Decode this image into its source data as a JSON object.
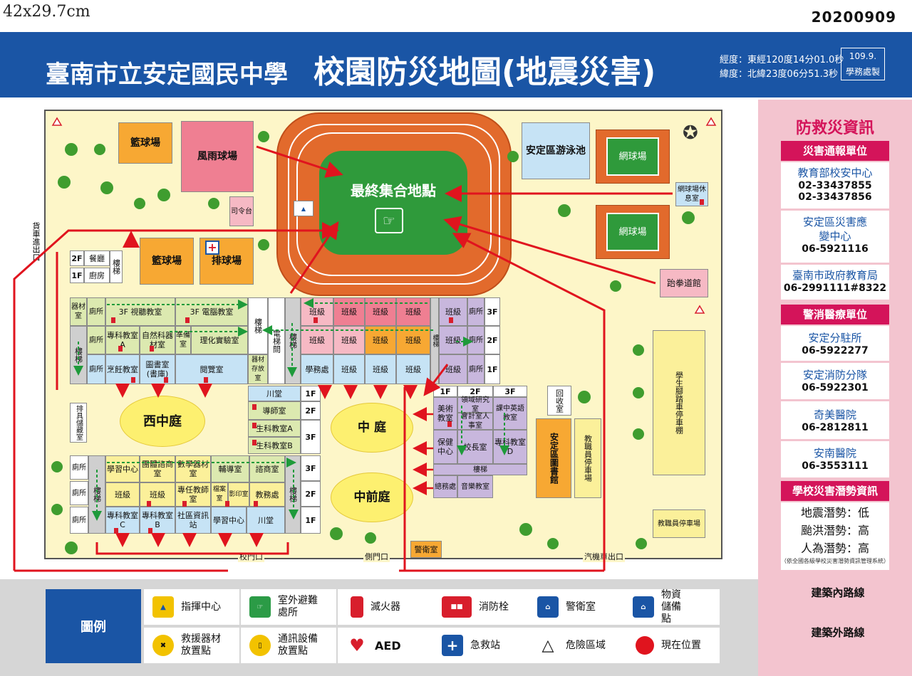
{
  "paper_size": "42x29.7cm",
  "date_code": "20200909",
  "header": {
    "school": "臺南市立安定國民中學",
    "title": "校園防災地圖(地震災害)",
    "longitude": "經度：東經120度14分01.0秒",
    "latitude": "緯度：北緯23度06分51.3秒",
    "dept_line1": "109.9.",
    "dept_line2": "學務處製"
  },
  "map": {
    "assembly_point": "最終集合地點",
    "buildings": {
      "basketball_1": "籃球場",
      "basketball_2": "籃球場",
      "rain_court": "風雨球場",
      "podium": "司令台",
      "volleyball": "排球場",
      "pool": "安定區游泳池",
      "tennis_1": "網球場",
      "tennis_2": "網球場",
      "tennis_lounge": "網球場休息室",
      "taekwondo": "跆拳道館",
      "canteen": "餐廳",
      "kitchen": "廚房",
      "stairs": "樓梯",
      "floor_1f": "1F",
      "floor_2f": "2F",
      "floor_3f": "3F",
      "equip_room": "器材室",
      "toilet": "廁所",
      "av_room": "3F 視聽教室",
      "pc_room": "3F 電腦教室",
      "special_a": "專科教室A",
      "science_equip": "自然科器材室",
      "prep_room": "準備室",
      "physics_lab": "理化實驗室",
      "cooking_room": "烹飪教室",
      "library": "圖書室(書庫)",
      "reading_room": "閱覽室",
      "elec_room": "電梯間",
      "storage": "器材存放室",
      "class": "班級",
      "academic": "學務處",
      "kawa_hall": "川堂",
      "mentor": "導師室",
      "bio_a": "生科教室A",
      "bio_b": "生科教室B",
      "art_room": "美術教室",
      "research": "領域研究室",
      "accounting": "會計室人事室",
      "english_room": "課中英語教室",
      "health": "保健中心",
      "principal": "校長室",
      "special_d": "專科教室D",
      "general": "總務處",
      "music": "音樂教室",
      "recycle": "回收室",
      "district_library": "安定區圖書館",
      "staff_parking": "教職員停車場",
      "student_parking": "學生腳踏車停車棚",
      "staff_parking_2": "教職員停車場",
      "guard": "警衛室",
      "supply_room": "排具儲藏室",
      "student_center": "學習中心",
      "group_counsel": "團體諮商室",
      "math_equip": "數學器材室",
      "counsel": "輔導室",
      "consult": "諮商室",
      "special_c": "專科教室C",
      "special_b": "專科教室B",
      "community": "社區資訊站",
      "learning_center": "學習中心",
      "teacher_room": "專任教師室",
      "archive": "檔案室",
      "print": "影印室",
      "affairs": "教務處",
      "west_court": "西中庭",
      "center_court": "中 庭",
      "front_court": "中前庭"
    },
    "gates": {
      "main_gate": "校門口",
      "side_gate": "側門口",
      "motor_gate": "汽機車出口",
      "delivery": "貨車進出口"
    }
  },
  "side_panel": {
    "title": "防救災資訊",
    "sections": [
      {
        "heading": "災害通報單位",
        "entries": [
          {
            "name": "教育部校安中心",
            "phones": [
              "02-33437855",
              "02-33437856"
            ]
          },
          {
            "name": "安定區災害應變中心",
            "phones": [
              "06-5921116"
            ]
          },
          {
            "name": "臺南市政府教育局",
            "phones": [
              "06-2991111#8322"
            ]
          }
        ]
      },
      {
        "heading": "警消醫療單位",
        "entries": [
          {
            "name": "安定分駐所",
            "phones": [
              "06-5922277"
            ]
          },
          {
            "name": "安定消防分隊",
            "phones": [
              "06-5922301"
            ]
          },
          {
            "name": "奇美醫院",
            "phones": [
              "06-2812811"
            ]
          },
          {
            "name": "安南醫院",
            "phones": [
              "06-3553111"
            ]
          }
        ]
      }
    ],
    "risk_heading": "學校災害潛勢資訊",
    "risks": [
      "地震潛勢：低",
      "颱洪潛勢：高",
      "人為潛勢：高"
    ],
    "risk_note": "（依全國各級學校災害潛勢資訊管理系統）",
    "route_inner": "建築內路線",
    "route_outer": "建築外路線",
    "colors": {
      "inner": "#1e9a3a",
      "outer": "#e0141e"
    }
  },
  "legend": {
    "title": "圖例",
    "items": [
      {
        "label": "指揮中心",
        "icon": "command-center-icon",
        "color": "#f2c200"
      },
      {
        "label": "室外避難處所",
        "icon": "evacuation-icon",
        "color": "#2b9b46"
      },
      {
        "label": "滅火器",
        "icon": "extinguisher-icon",
        "color": "#d81e2c"
      },
      {
        "label": "消防栓",
        "icon": "hydrant-icon",
        "color": "#d81e2c"
      },
      {
        "label": "警衛室",
        "icon": "guard-icon",
        "color": "#1a55a5"
      },
      {
        "label": "物資儲備點",
        "icon": "supply-icon",
        "color": "#1a55a5"
      },
      {
        "label": "救援器材放置點",
        "icon": "rescue-tools-icon",
        "color": "#f2c200"
      },
      {
        "label": "通訊設備放置點",
        "icon": "comm-device-icon",
        "color": "#f2c200"
      },
      {
        "label": "AED",
        "icon": "aed-icon",
        "color": "#d81e2c"
      },
      {
        "label": "急救站",
        "icon": "first-aid-icon",
        "color": "#1a55a5"
      },
      {
        "label": "危險區域",
        "icon": "hazard-icon",
        "color": "#d81e2c"
      },
      {
        "label": "現在位置",
        "icon": "current-location-icon",
        "color": "#e0141e"
      }
    ]
  }
}
